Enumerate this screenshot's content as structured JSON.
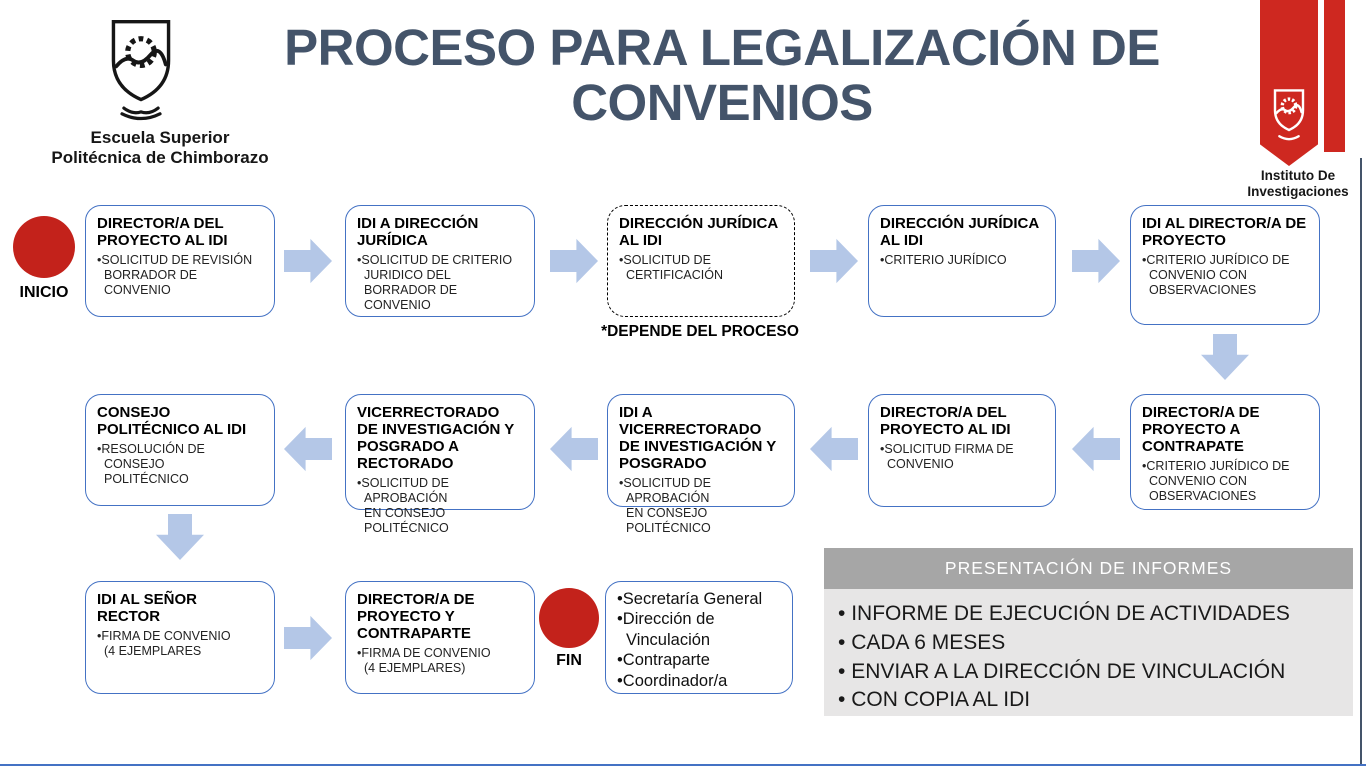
{
  "header": {
    "title": "PROCESO PARA LEGALIZACIÓN DE CONVENIOS",
    "logo_left": {
      "line1": "Escuela Superior",
      "line2": "Politécnica de Chimborazo"
    },
    "logo_right": {
      "line1": "Instituto De",
      "line2": "Investigaciones"
    }
  },
  "flow": {
    "start_label": "INICIO",
    "end_label": "FIN",
    "process_note": "*DEPENDE DEL PROCESO",
    "boxes": {
      "b1": {
        "title": "DIRECTOR/A DEL PROYECTO AL IDI",
        "bullets": [
          "SOLICITUD DE REVISIÓN\nBORRADOR DE CONVENIO"
        ]
      },
      "b2": {
        "title": "IDI A DIRECCIÓN JURÍDICA",
        "bullets": [
          "SOLICITUD DE CRITERIO\nJURIDICO DEL BORRADOR DE\nCONVENIO"
        ]
      },
      "b3": {
        "title": "DIRECCIÓN JURÍDICA AL IDI",
        "bullets": [
          "SOLICITUD DE CERTIFICACIÓN"
        ],
        "style": "dashed"
      },
      "b4": {
        "title": "DIRECCIÓN JURÍDICA AL IDI",
        "bullets": [
          "CRITERIO JURÍDICO"
        ]
      },
      "b5": {
        "title": "IDI AL DIRECTOR/A DE PROYECTO",
        "bullets": [
          "CRITERIO JURÍDICO DE\nCONVENIO CON\nOBSERVACIONES"
        ]
      },
      "b6": {
        "title": "DIRECTOR/A DE PROYECTO A CONTRAPATE",
        "bullets": [
          "CRITERIO JURÍDICO DE\nCONVENIO CON\nOBSERVACIONES"
        ]
      },
      "b7": {
        "title": "DIRECTOR/A DEL PROYECTO AL IDI",
        "bullets": [
          "SOLICITUD FIRMA DE\nCONVENIO"
        ]
      },
      "b8": {
        "title": "IDI A VICERRECTORADO DE INVESTIGACIÓN Y POSGRADO",
        "bullets": [
          "SOLICITUD DE APROBACIÓN\nEN CONSEJO POLITÉCNICO"
        ]
      },
      "b9": {
        "title": "VICERRECTORADO DE INVESTIGACIÓN Y POSGRADO A RECTORADO",
        "bullets": [
          "SOLICITUD DE APROBACIÓN\nEN CONSEJO POLITÉCNICO"
        ]
      },
      "b10": {
        "title": "CONSEJO POLITÉCNICO AL IDI",
        "bullets": [
          "RESOLUCIÓN DE CONSEJO\nPOLITÉCNICO"
        ]
      },
      "b11": {
        "title": "IDI AL SEÑOR RECTOR",
        "bullets": [
          "FIRMA DE CONVENIO\n(4 EJEMPLARES"
        ]
      },
      "b12": {
        "title": "DIRECTOR/A DE PROYECTO Y CONTRAPARTE",
        "bullets": [
          "FIRMA DE CONVENIO\n(4 EJEMPLARES)"
        ]
      },
      "b13": {
        "bullets": [
          "Secretaría General",
          "Dirección de\nVinculación",
          "Contraparte",
          "Coordinador/a"
        ]
      }
    }
  },
  "panel": {
    "header": "PRESENTACIÓN DE INFORMES",
    "bullets": [
      "INFORME DE EJECUCIÓN DE ACTIVIDADES",
      "CADA 6 MESES",
      "ENVIAR A LA DIRECCIÓN DE VINCULACIÓN",
      "CON COPIA AL IDI"
    ]
  },
  "colors": {
    "accent_red": "#C3221B",
    "ribbon_red": "#CE2820",
    "arrow_blue": "#B4C7E7",
    "box_border_blue": "#4472C4",
    "title_slate": "#44546A",
    "panel_header_gray": "#A6A6A6",
    "panel_body_gray": "#E7E6E6"
  }
}
